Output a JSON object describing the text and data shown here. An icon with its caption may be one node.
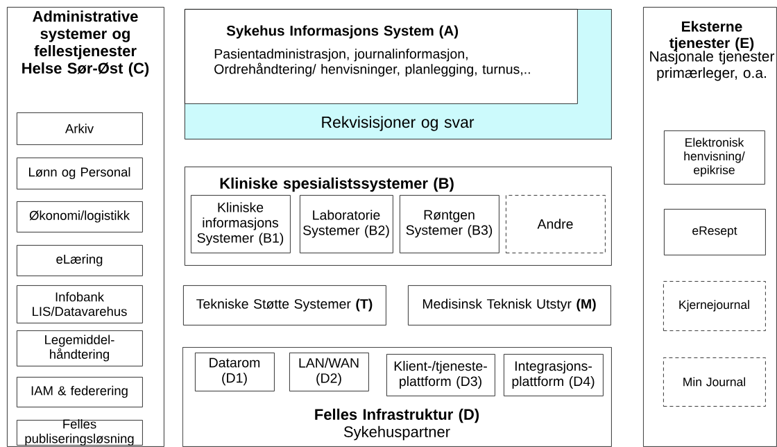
{
  "diagram": {
    "nodes": [
      {
        "text": [
          "Administrative systemer og fellestjenester Helse Sør-Øst (C)"
        ]
      },
      {
        "text": [
          "Arkiv"
        ],
        "in": 0
      },
      {
        "text": [
          "Lønn og Personal"
        ],
        "in": 0
      },
      {
        "text": [
          "Økonomi/logistikk"
        ],
        "in": 0
      },
      {
        "text": [
          "eLæring"
        ],
        "in": 0
      },
      {
        "text": [
          "Infobank LIS/Datavarehus"
        ],
        "in": 0
      },
      {
        "text": [
          "Legemiddel- håndtering"
        ],
        "in": 0
      },
      {
        "text": [
          "IAM & federering"
        ],
        "in": 0
      },
      {
        "text": [
          "Felles publiseringsløsning"
        ],
        "in": 0
      },
      {
        "text": [
          "Rekvisisjoner og svar"
        ]
      },
      {
        "text": [
          "Sykehus Informasjons System (A)",
          "Pasientadministrasjon, journalinformasjon, Ordrehåndtering/ henvisninger, planlegging, turnus,.."
        ],
        "in": 9
      },
      {
        "text": [
          "Kliniske spesialistssystemer (B)"
        ]
      },
      {
        "text": [
          "Kliniske informasjons Systemer (B1)"
        ],
        "in": 11
      },
      {
        "text": [
          "Laboratorie Systemer (B2)"
        ],
        "in": 11
      },
      {
        "text": [
          "Røntgen Systemer (B3)"
        ],
        "in": 11
      },
      {
        "text": [
          "Andre"
        ],
        "in": 11
      },
      {
        "text": [
          "Tekniske Støtte Systemer **(T)**"
        ]
      },
      {
        "text": [
          "Medisinsk Teknisk Utstyr **(M)**"
        ]
      },
      {
        "text": [
          "Felles Infrastruktur (D)",
          "Sykehuspartner"
        ]
      },
      {
        "text": [
          "Datarom (D1)"
        ],
        "in": 18
      },
      {
        "text": [
          "LAN/WAN (D2)"
        ],
        "in": 18
      },
      {
        "text": [
          "Klient-/tjeneste- plattform (D3)"
        ],
        "in": 18
      },
      {
        "text": [
          "Integrasjons- plattform (D4)"
        ],
        "in": 18
      },
      {
        "text": [
          "Eksterne tjenester (E)",
          "Nasjonale tjenester primærleger, o.a."
        ]
      },
      {
        "text": [
          "Elektronisk henvisning/ epikrise"
        ],
        "in": 23
      },
      {
        "text": [
          "eResept"
        ],
        "in": 23
      },
      {
        "text": [
          "Kjernejournal"
        ],
        "in": 23
      },
      {
        "text": [
          "Min Journal"
        ],
        "in": 23
      }
    ]
  }
}
